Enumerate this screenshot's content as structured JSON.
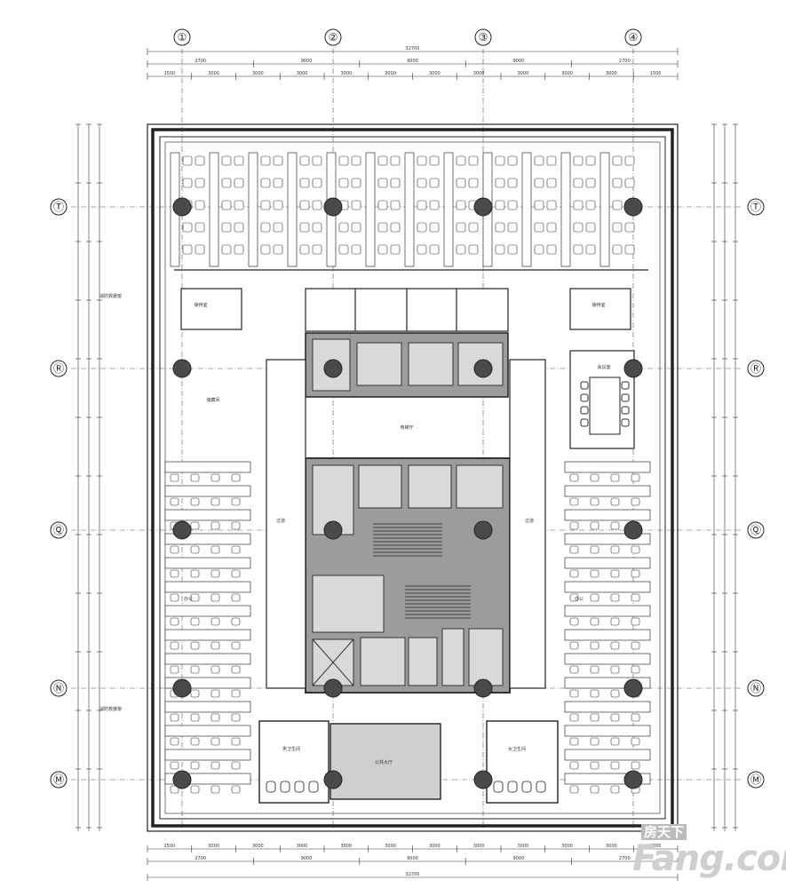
{
  "axes": {
    "columns": [
      "①",
      "②",
      "③",
      "④"
    ],
    "rows": [
      "Ⓣ",
      "Ⓡ",
      "Ⓠ",
      "Ⓝ",
      "Ⓜ"
    ]
  },
  "dims": {
    "top_total": "32700",
    "top_mid": [
      "2700",
      "9000",
      "9000",
      "9000",
      "2700"
    ],
    "top_sub": [
      "1500",
      "3000",
      "3000",
      "3000",
      "3000",
      "3000",
      "3000",
      "3000",
      "3000",
      "3000",
      "3000",
      "1500"
    ],
    "bottom_total": "32700",
    "bottom_mid": [
      "2700",
      "9000",
      "9000",
      "9000",
      "2700"
    ],
    "bottom_sub": [
      "1500",
      "3000",
      "3000",
      "3000",
      "3000",
      "3000",
      "3000",
      "3000",
      "3000",
      "3000",
      "3000",
      "1500"
    ]
  },
  "rooms": {
    "elevator_lobby": "电梯厅",
    "corridor": "过道",
    "office": "办公",
    "meeting": "会议室",
    "reception": "接待室",
    "storage": "储藏间",
    "restroom_male": "男卫生间",
    "restroom_female": "女卫生间",
    "public_lobby": "公共大厅",
    "smoke_exhaust_left": "消防救援窗",
    "smoke_exhaust_left2": "消防救援窗"
  },
  "watermark": {
    "cn": "房天下",
    "en": "Fang.com"
  },
  "colors": {
    "line": "#222222",
    "core_fill": "#9c9c9c",
    "core_room": "#d9d9d9",
    "column": "#4a4a4a"
  }
}
